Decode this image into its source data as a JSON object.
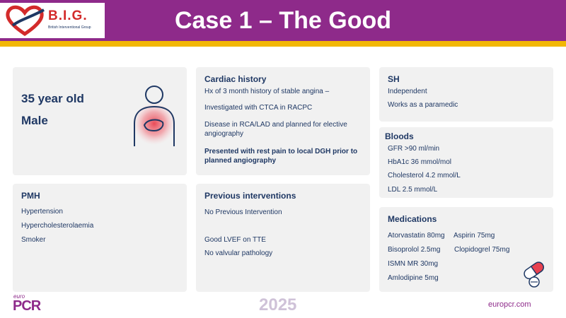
{
  "header": {
    "logo_text": "B.I.G.",
    "logo_subtitle": "British Interventional Group",
    "title": "Case 1 – The Good"
  },
  "patient": {
    "age": "35 year old",
    "sex": "Male"
  },
  "cardiac_history": {
    "heading": "Cardiac history",
    "lines": [
      "Hx of 3 month history of stable angina –",
      "Investigated with CTCA in RACPC",
      "Disease in RCA/LAD and planned for elective",
      "angiography",
      "Presented with rest pain to local DGH prior to",
      "planned angiography"
    ]
  },
  "sh": {
    "heading": "SH",
    "lines": [
      "Independent",
      "Works as a paramedic"
    ]
  },
  "bloods": {
    "heading": "Bloods",
    "lines": [
      "GFR >90 ml/min",
      "HbA1c  36 mmol/mol",
      "Cholesterol  4.2 mmol/L",
      "LDL  2.5 mmol/L"
    ]
  },
  "pmh": {
    "heading": "PMH",
    "lines": [
      "Hypertension",
      "Hypercholesterolaemia",
      "Smoker"
    ]
  },
  "previous_interventions": {
    "heading": "Previous interventions",
    "lines": [
      "No Previous Intervention",
      "Good LVEF on TTE",
      "No valvular pathology"
    ]
  },
  "medications": {
    "heading": "Medications",
    "lines": [
      "Atorvastatin 80mg",
      "Aspirin 75mg",
      "Bisoprolol 2.5mg",
      "Clopidogrel 75mg",
      "ISMN MR 30mg",
      "Amlodipine 5mg"
    ]
  },
  "footer": {
    "euro": "euro",
    "pcr": "PCR",
    "year": "2025",
    "url": "europcr.com"
  },
  "icons": {
    "chest-pain-icon": "person clutching chest with red glow",
    "pills-icon": "red and white capsule with tablet"
  },
  "colors": {
    "header": "#8e2a8a",
    "accent_bar": "#f2b705",
    "text": "#1f3864",
    "card_bg": "#f1f1f1"
  }
}
